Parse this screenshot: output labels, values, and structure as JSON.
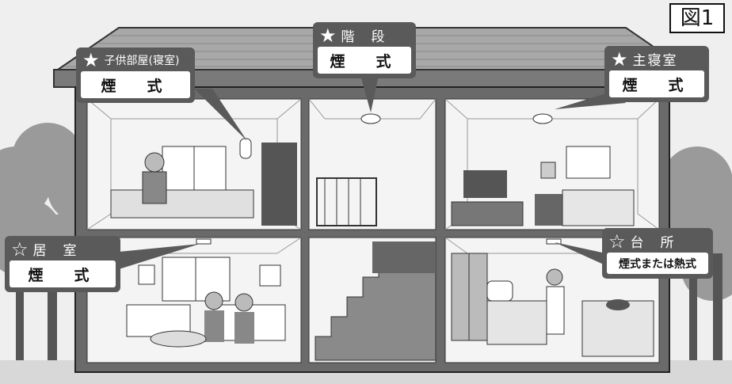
{
  "figure_label": "図1",
  "callouts": {
    "kids_room": {
      "star": "★",
      "room": "子供部屋(寝室)",
      "detector": "煙　式"
    },
    "stairs": {
      "star": "★",
      "room": "階　段",
      "detector": "煙　式"
    },
    "master_bedroom": {
      "star": "★",
      "room": "主寝室",
      "detector": "煙　式"
    },
    "living_room": {
      "star": "☆",
      "room": "居　室",
      "detector": "煙　式"
    },
    "kitchen": {
      "star": "☆",
      "room": "台　所",
      "detector": "煙式または熱式"
    }
  }
}
